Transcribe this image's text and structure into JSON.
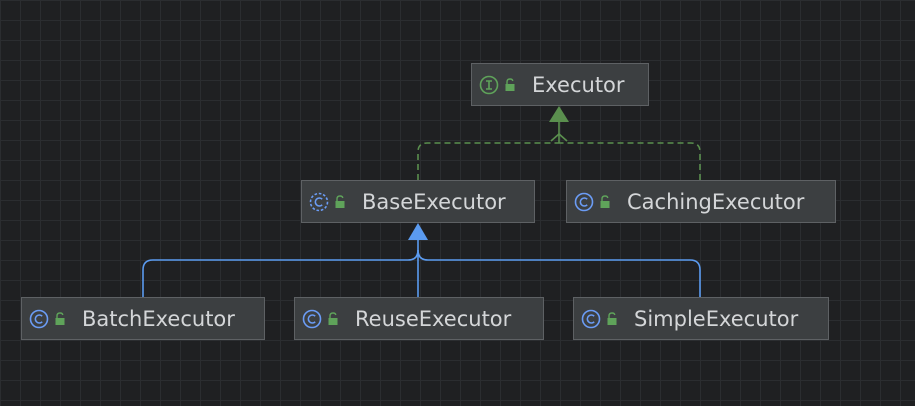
{
  "diagram": {
    "nodes": [
      {
        "id": "executor",
        "label": "Executor",
        "kind": "interface"
      },
      {
        "id": "base-executor",
        "label": "BaseExecutor",
        "kind": "abstract-class"
      },
      {
        "id": "caching-executor",
        "label": "CachingExecutor",
        "kind": "class"
      },
      {
        "id": "batch-executor",
        "label": "BatchExecutor",
        "kind": "class"
      },
      {
        "id": "reuse-executor",
        "label": "ReuseExecutor",
        "kind": "class"
      },
      {
        "id": "simple-executor",
        "label": "SimpleExecutor",
        "kind": "class"
      }
    ],
    "edges": [
      {
        "from": "base-executor",
        "to": "executor",
        "type": "implements"
      },
      {
        "from": "caching-executor",
        "to": "executor",
        "type": "implements"
      },
      {
        "from": "batch-executor",
        "to": "base-executor",
        "type": "extends"
      },
      {
        "from": "reuse-executor",
        "to": "base-executor",
        "type": "extends"
      },
      {
        "from": "simple-executor",
        "to": "base-executor",
        "type": "extends"
      }
    ]
  },
  "colors": {
    "background": "#1f2022",
    "grid": "#2b2d30",
    "node_fill": "#3c3f41",
    "node_border": "#5e6164",
    "text": "#d4d6d8",
    "implements_edge": "#5a8f4e",
    "extends_edge": "#5b9bf0",
    "interface_icon": "#5fa35a",
    "class_icon": "#6b9cf5",
    "lock_icon": "#5fa35a"
  }
}
